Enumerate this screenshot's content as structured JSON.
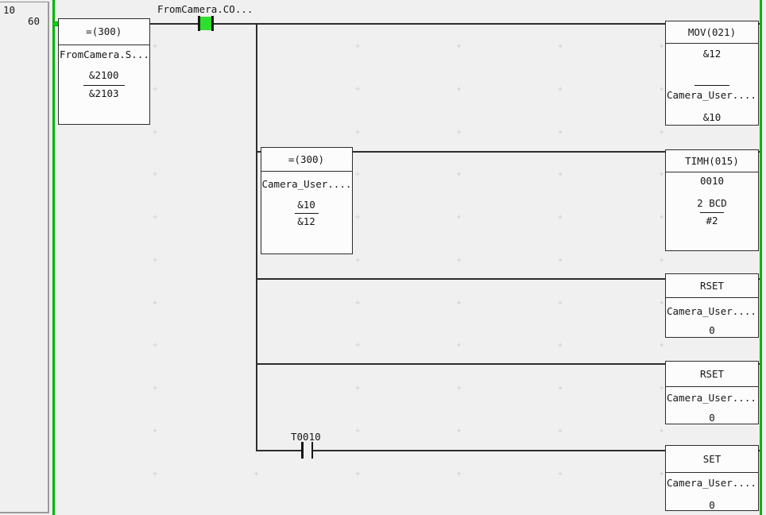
{
  "margin": {
    "rung_number": "10",
    "step_number": "60"
  },
  "colors": {
    "rail_green": "#00b400",
    "power_flow_green": "#00d800",
    "contact_on_green": "#2ee02e",
    "wire": "#2d2d2d"
  },
  "contacts": {
    "camera": {
      "label": "FromCamera.CO...",
      "state": "on"
    },
    "timer": {
      "label": "T0010",
      "state": "off"
    }
  },
  "blocks": {
    "compare1": {
      "title": "=(300)",
      "symbol": "FromCamera.S...",
      "value_top": "&2100",
      "value_bottom": "&2103"
    },
    "mov": {
      "title": "MOV(021)",
      "source": "&12",
      "dest_symbol": "Camera_User....",
      "dest_value": "&10"
    },
    "compare2": {
      "title": "=(300)",
      "symbol": "Camera_User....",
      "value_top": "&10",
      "value_bottom": "&12"
    },
    "timh": {
      "title": "TIMH(015)",
      "timer_number": "0010",
      "current_value": "2 BCD",
      "set_value": "#2"
    },
    "rset1": {
      "title": "RSET",
      "symbol": "Camera_User....",
      "bit": "0"
    },
    "rset2": {
      "title": "RSET",
      "symbol": "Camera_User....",
      "bit": "0"
    },
    "set": {
      "title": "SET",
      "symbol": "Camera_User....",
      "bit": "0"
    }
  }
}
